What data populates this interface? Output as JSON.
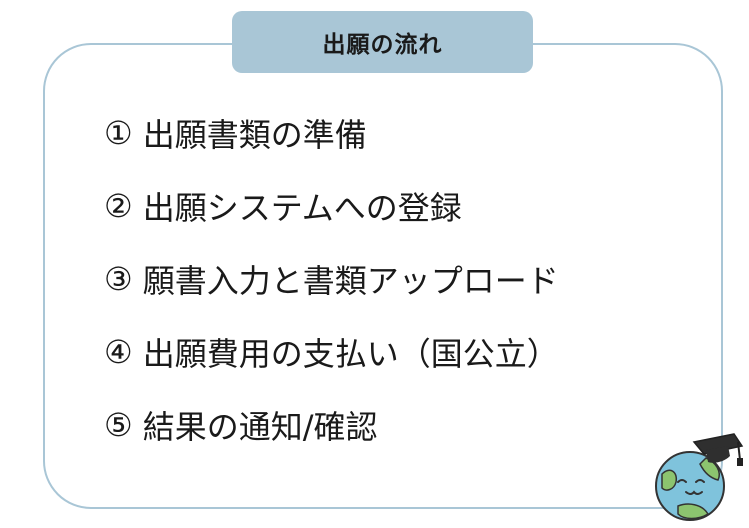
{
  "title": "出願の流れ",
  "steps": [
    {
      "number": "①",
      "text": "出願書類の準備"
    },
    {
      "number": "②",
      "text": "出願システムへの登録"
    },
    {
      "number": "③",
      "text": "願書入力と書類アップロード"
    },
    {
      "number": "④",
      "text": "出願費用の支払い（国公立）"
    },
    {
      "number": "⑤",
      "text": "結果の通知/確認"
    }
  ],
  "colors": {
    "frame_border": "#a9c6d6",
    "title_background": "#a9c6d6",
    "text": "#1a1a1a"
  },
  "mascot_icon": "globe-graduate-icon"
}
